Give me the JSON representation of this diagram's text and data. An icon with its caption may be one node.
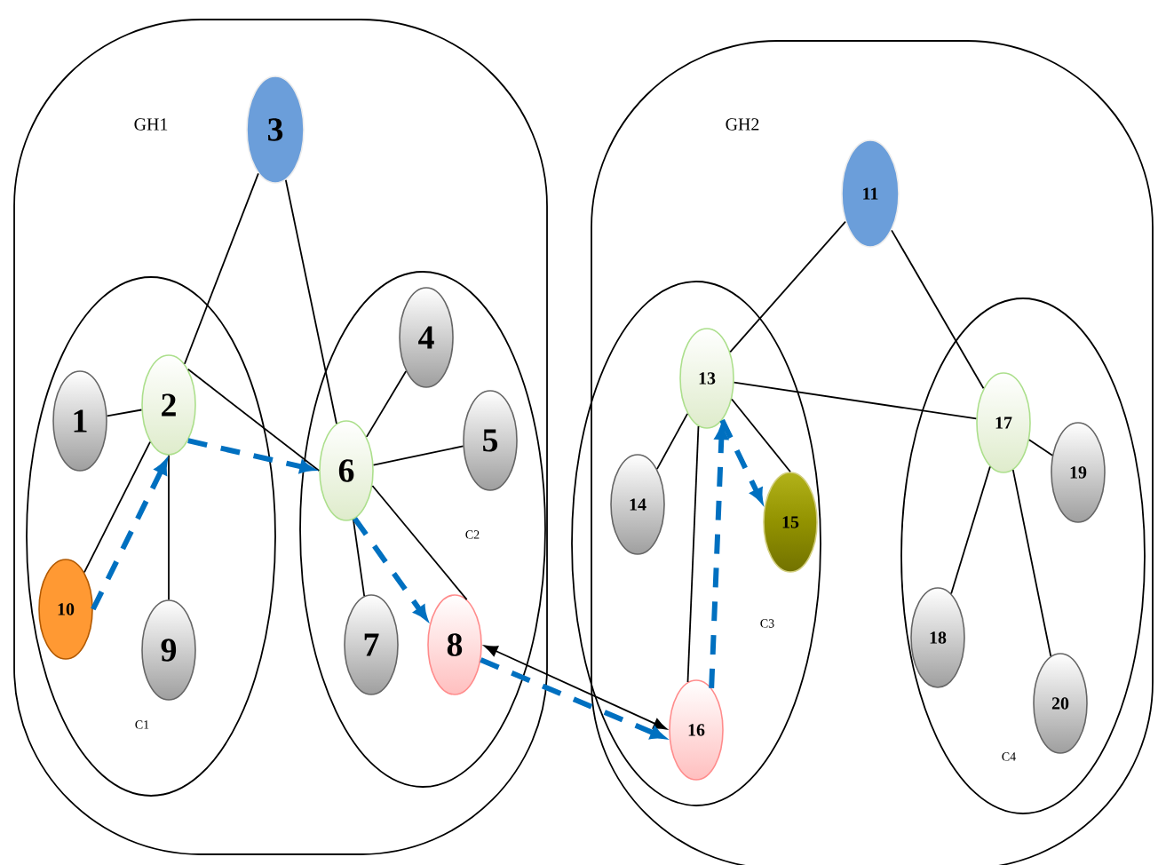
{
  "diagram": {
    "nodes": [
      {
        "text": [
          "GH1"
        ]
      },
      {
        "text": [
          "C1"
        ],
        "in": 0
      },
      {
        "text": [
          "C2"
        ],
        "in": 0
      },
      {
        "text": [
          "3"
        ],
        "in": 0
      },
      {
        "text": [
          "1"
        ],
        "in": 1
      },
      {
        "text": [
          "2"
        ],
        "in": 1
      },
      {
        "text": [
          "10"
        ],
        "in": 1
      },
      {
        "text": [
          "9"
        ],
        "in": 1
      },
      {
        "text": [
          "4"
        ],
        "in": 2
      },
      {
        "text": [
          "5"
        ],
        "in": 2
      },
      {
        "text": [
          "6"
        ],
        "in": 2
      },
      {
        "text": [
          "7"
        ],
        "in": 2
      },
      {
        "text": [
          "8"
        ],
        "in": 2
      },
      {
        "text": [
          "GH2"
        ]
      },
      {
        "text": [
          "C3"
        ],
        "in": 13
      },
      {
        "text": [
          "C4"
        ],
        "in": 13
      },
      {
        "text": [
          "11"
        ],
        "in": 13
      },
      {
        "text": [
          "13"
        ],
        "in": 14
      },
      {
        "text": [
          "14"
        ],
        "in": 14
      },
      {
        "text": [
          "15"
        ],
        "in": 14
      },
      {
        "text": [
          "16"
        ],
        "in": 14
      },
      {
        "text": [
          "17"
        ],
        "in": 15
      },
      {
        "text": [
          "19"
        ],
        "in": 15
      },
      {
        "text": [
          "18"
        ],
        "in": 15
      },
      {
        "text": [
          "20"
        ],
        "in": 15
      }
    ],
    "edges": [
      {
        "from": 3,
        "to": 5,
        "arrow": "none"
      },
      {
        "from": 3,
        "to": 10,
        "arrow": "none"
      },
      {
        "from": 4,
        "to": 5,
        "arrow": "none"
      },
      {
        "from": 5,
        "to": 10,
        "arrow": "none"
      },
      {
        "from": 6,
        "to": 5,
        "arrow": "none"
      },
      {
        "from": 5,
        "to": 7,
        "arrow": "none"
      },
      {
        "from": 10,
        "to": 8,
        "arrow": "none"
      },
      {
        "from": 10,
        "to": 9,
        "arrow": "none"
      },
      {
        "from": 10,
        "to": 11,
        "arrow": "none"
      },
      {
        "from": 10,
        "to": 12,
        "arrow": "none"
      },
      {
        "from": 20,
        "to": 12,
        "arrow": "both"
      },
      {
        "from": 16,
        "to": 17,
        "arrow": "none"
      },
      {
        "from": 16,
        "to": 21,
        "arrow": "none"
      },
      {
        "from": 17,
        "to": 21,
        "arrow": "none"
      },
      {
        "from": 17,
        "to": 18,
        "arrow": "none"
      },
      {
        "from": 17,
        "to": 19,
        "arrow": "none"
      },
      {
        "from": 17,
        "to": 20,
        "arrow": "none"
      },
      {
        "from": 21,
        "to": 22,
        "arrow": "none"
      },
      {
        "from": 21,
        "to": 23,
        "arrow": "none"
      },
      {
        "from": 21,
        "to": 24,
        "arrow": "none"
      },
      {
        "from": 6,
        "to": 5,
        "arrow": "to",
        "style": "dashed",
        "color": "#0070c0"
      },
      {
        "from": 5,
        "to": 10,
        "arrow": "to",
        "style": "dashed",
        "color": "#0070c0"
      },
      {
        "from": 10,
        "to": 12,
        "arrow": "to",
        "style": "dashed",
        "color": "#0070c0"
      },
      {
        "from": 12,
        "to": 20,
        "arrow": "to",
        "style": "dashed",
        "color": "#0070c0"
      },
      {
        "from": 20,
        "to": 17,
        "arrow": "to",
        "style": "dashed",
        "color": "#0070c0"
      },
      {
        "from": 17,
        "to": 19,
        "arrow": "to",
        "style": "dashed",
        "color": "#0070c0"
      }
    ]
  }
}
